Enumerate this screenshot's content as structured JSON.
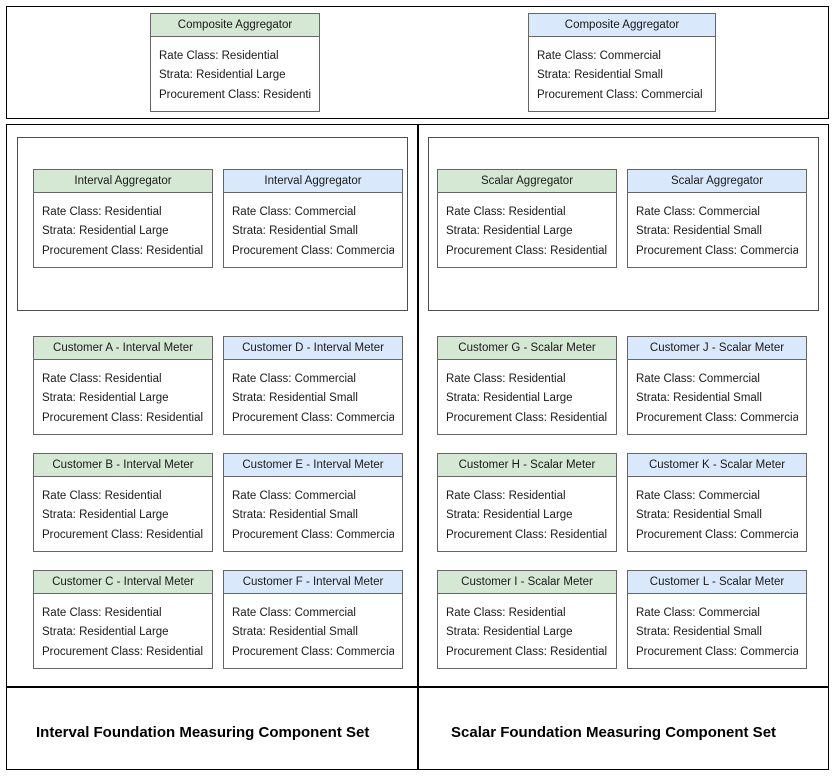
{
  "diagram": {
    "title_bar_present": false,
    "palette": {
      "green_fill": "#d5e8d4",
      "blue_fill": "#dae8fc",
      "card_border": "#666666",
      "group_border": "#4d4d4d",
      "frame_border": "#000000",
      "background": "#ffffff",
      "text": "#1a1a1a"
    },
    "attribute_labels": {
      "rate_class": "Rate Class",
      "strata": "Strata",
      "procurement_class": "Procurement Class"
    },
    "values": {
      "residential": "Residential",
      "commercial": "Commercial",
      "residential_large": "Residential Large",
      "residential_small": "Residential Small"
    }
  },
  "top_band": {
    "composite_left": {
      "title": "Composite Aggregator",
      "theme": "green",
      "rows": [
        "Rate Class: Residential",
        "Strata: Residential Large",
        "Procurement Class: Residential"
      ]
    },
    "composite_right": {
      "title": "Composite Aggregator",
      "theme": "blue",
      "rows": [
        "Rate Class: Commercial",
        "Strata: Residential Small",
        "Procurement Class: Commercial"
      ]
    }
  },
  "interval_set": {
    "caption": "Interval Foundation Measuring Component Set",
    "aggregators": [
      {
        "title": "Interval Aggregator",
        "theme": "green",
        "rows": [
          "Rate Class: Residential",
          "Strata: Residential Large",
          "Procurement Class: Residential"
        ]
      },
      {
        "title": "Interval Aggregator",
        "theme": "blue",
        "rows": [
          "Rate Class: Commercial",
          "Strata: Residential Small",
          "Procurement Class: Commercial"
        ]
      }
    ],
    "meters": [
      {
        "title": "Customer A - Interval Meter",
        "theme": "green",
        "rows": [
          "Rate Class: Residential",
          "Strata: Residential Large",
          "Procurement Class: Residential"
        ]
      },
      {
        "title": "Customer D - Interval Meter",
        "theme": "blue",
        "rows": [
          "Rate Class: Commercial",
          "Strata: Residential Small",
          "Procurement Class: Commercial"
        ]
      },
      {
        "title": "Customer B - Interval Meter",
        "theme": "green",
        "rows": [
          "Rate Class: Residential",
          "Strata: Residential Large",
          "Procurement Class: Residential"
        ]
      },
      {
        "title": "Customer E - Interval Meter",
        "theme": "blue",
        "rows": [
          "Rate Class: Commercial",
          "Strata: Residential Small",
          "Procurement Class: Commercial"
        ]
      },
      {
        "title": "Customer C - Interval Meter",
        "theme": "green",
        "rows": [
          "Rate Class: Residential",
          "Strata: Residential Large",
          "Procurement Class: Residential"
        ]
      },
      {
        "title": "Customer F - Interval Meter",
        "theme": "blue",
        "rows": [
          "Rate Class: Commercial",
          "Strata: Residential Small",
          "Procurement Class: Commercial"
        ]
      }
    ]
  },
  "scalar_set": {
    "caption": "Scalar Foundation Measuring Component Set",
    "aggregators": [
      {
        "title": "Scalar Aggregator",
        "theme": "green",
        "rows": [
          "Rate Class: Residential",
          "Strata: Residential Large",
          "Procurement Class: Residential"
        ]
      },
      {
        "title": "Scalar Aggregator",
        "theme": "blue",
        "rows": [
          "Rate Class: Commercial",
          "Strata: Residential Small",
          "Procurement Class: Commercial"
        ]
      }
    ],
    "meters": [
      {
        "title": "Customer G - Scalar Meter",
        "theme": "green",
        "rows": [
          "Rate Class: Residential",
          "Strata: Residential Large",
          "Procurement Class: Residential"
        ]
      },
      {
        "title": "Customer J - Scalar Meter",
        "theme": "blue",
        "rows": [
          "Rate Class: Commercial",
          "Strata: Residential Small",
          "Procurement Class: Commercial"
        ]
      },
      {
        "title": "Customer H - Scalar Meter",
        "theme": "green",
        "rows": [
          "Rate Class: Residential",
          "Strata: Residential Large",
          "Procurement Class: Residential"
        ]
      },
      {
        "title": "Customer K - Scalar Meter",
        "theme": "blue",
        "rows": [
          "Rate Class: Commercial",
          "Strata: Residential Small",
          "Procurement Class: Commercial"
        ]
      },
      {
        "title": "Customer I - Scalar Meter",
        "theme": "green",
        "rows": [
          "Rate Class: Residential",
          "Strata: Residential Large",
          "Procurement Class: Residential"
        ]
      },
      {
        "title": "Customer L - Scalar Meter",
        "theme": "blue",
        "rows": [
          "Rate Class: Commercial",
          "Strata: Residential Small",
          "Procurement Class: Commercial"
        ]
      }
    ]
  }
}
